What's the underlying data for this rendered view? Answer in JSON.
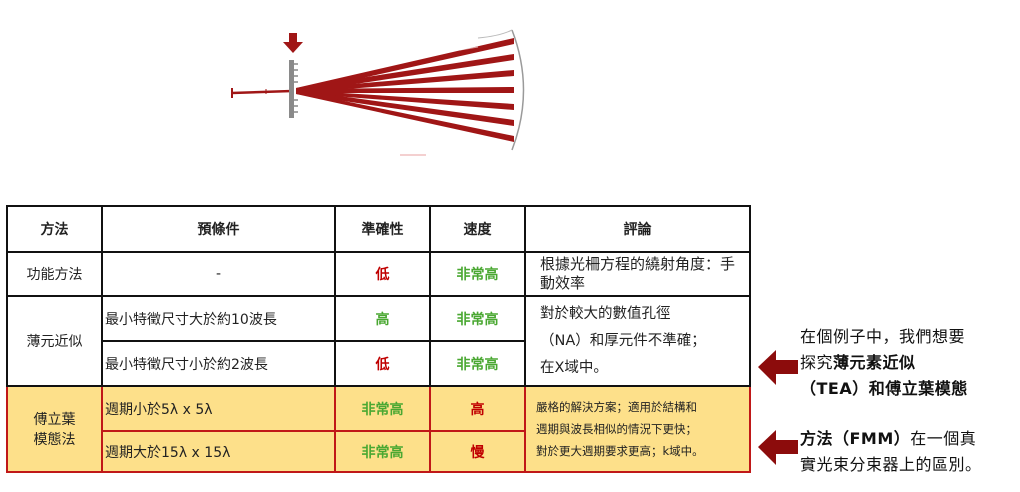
{
  "colors": {
    "beam": "#a01616",
    "arrow": "#8c0c0c",
    "high": "#c00000",
    "good": "#4aa832",
    "fmm_fill": "#fde08a",
    "fmm_border": "#c01818"
  },
  "table": {
    "headers": [
      "方法",
      "預條件",
      "準確性",
      "速度",
      "評論"
    ],
    "functional": {
      "method": "功能方法",
      "precondition": "-",
      "accuracy": "低",
      "speed": "非常高",
      "comment": "根據光柵方程的繞射角度：手動效率"
    },
    "tea": {
      "method": "薄元近似",
      "rows": [
        {
          "precondition": "最小特徵尺寸大於約10波長",
          "accuracy": "高",
          "speed": "非常高"
        },
        {
          "precondition": "最小特徵尺寸小於約2波長",
          "accuracy": "低",
          "speed": "非常高"
        }
      ],
      "comment_lines": [
        "對於較大的數值孔徑",
        "（NA）和厚元件不準確；",
        "在X域中。"
      ]
    },
    "fmm": {
      "method_lines": [
        "傅立葉",
        "模態法"
      ],
      "rows": [
        {
          "precondition": "週期小於5λ x 5λ",
          "accuracy": "非常高",
          "speed": "高"
        },
        {
          "precondition": "週期大於15λ x 15λ",
          "accuracy": "非常高",
          "speed": "慢"
        }
      ],
      "comment_lines": [
        "嚴格的解決方案；適用於結構和",
        "週期與波長相似的情況下更快；",
        "對於更大週期要求更高；k域中。"
      ]
    }
  },
  "notes": {
    "tea_note": {
      "line1": "在個例子中，我們想要",
      "line2_prefix": "探究",
      "line2_bold": "薄元素近似",
      "line3_bold": "（TEA）和傅立葉模態"
    },
    "fmm_note": {
      "line1_bold": "方法（FMM）",
      "line1_rest": "在一個真",
      "line2": "實光束分束器上的區別。"
    }
  }
}
